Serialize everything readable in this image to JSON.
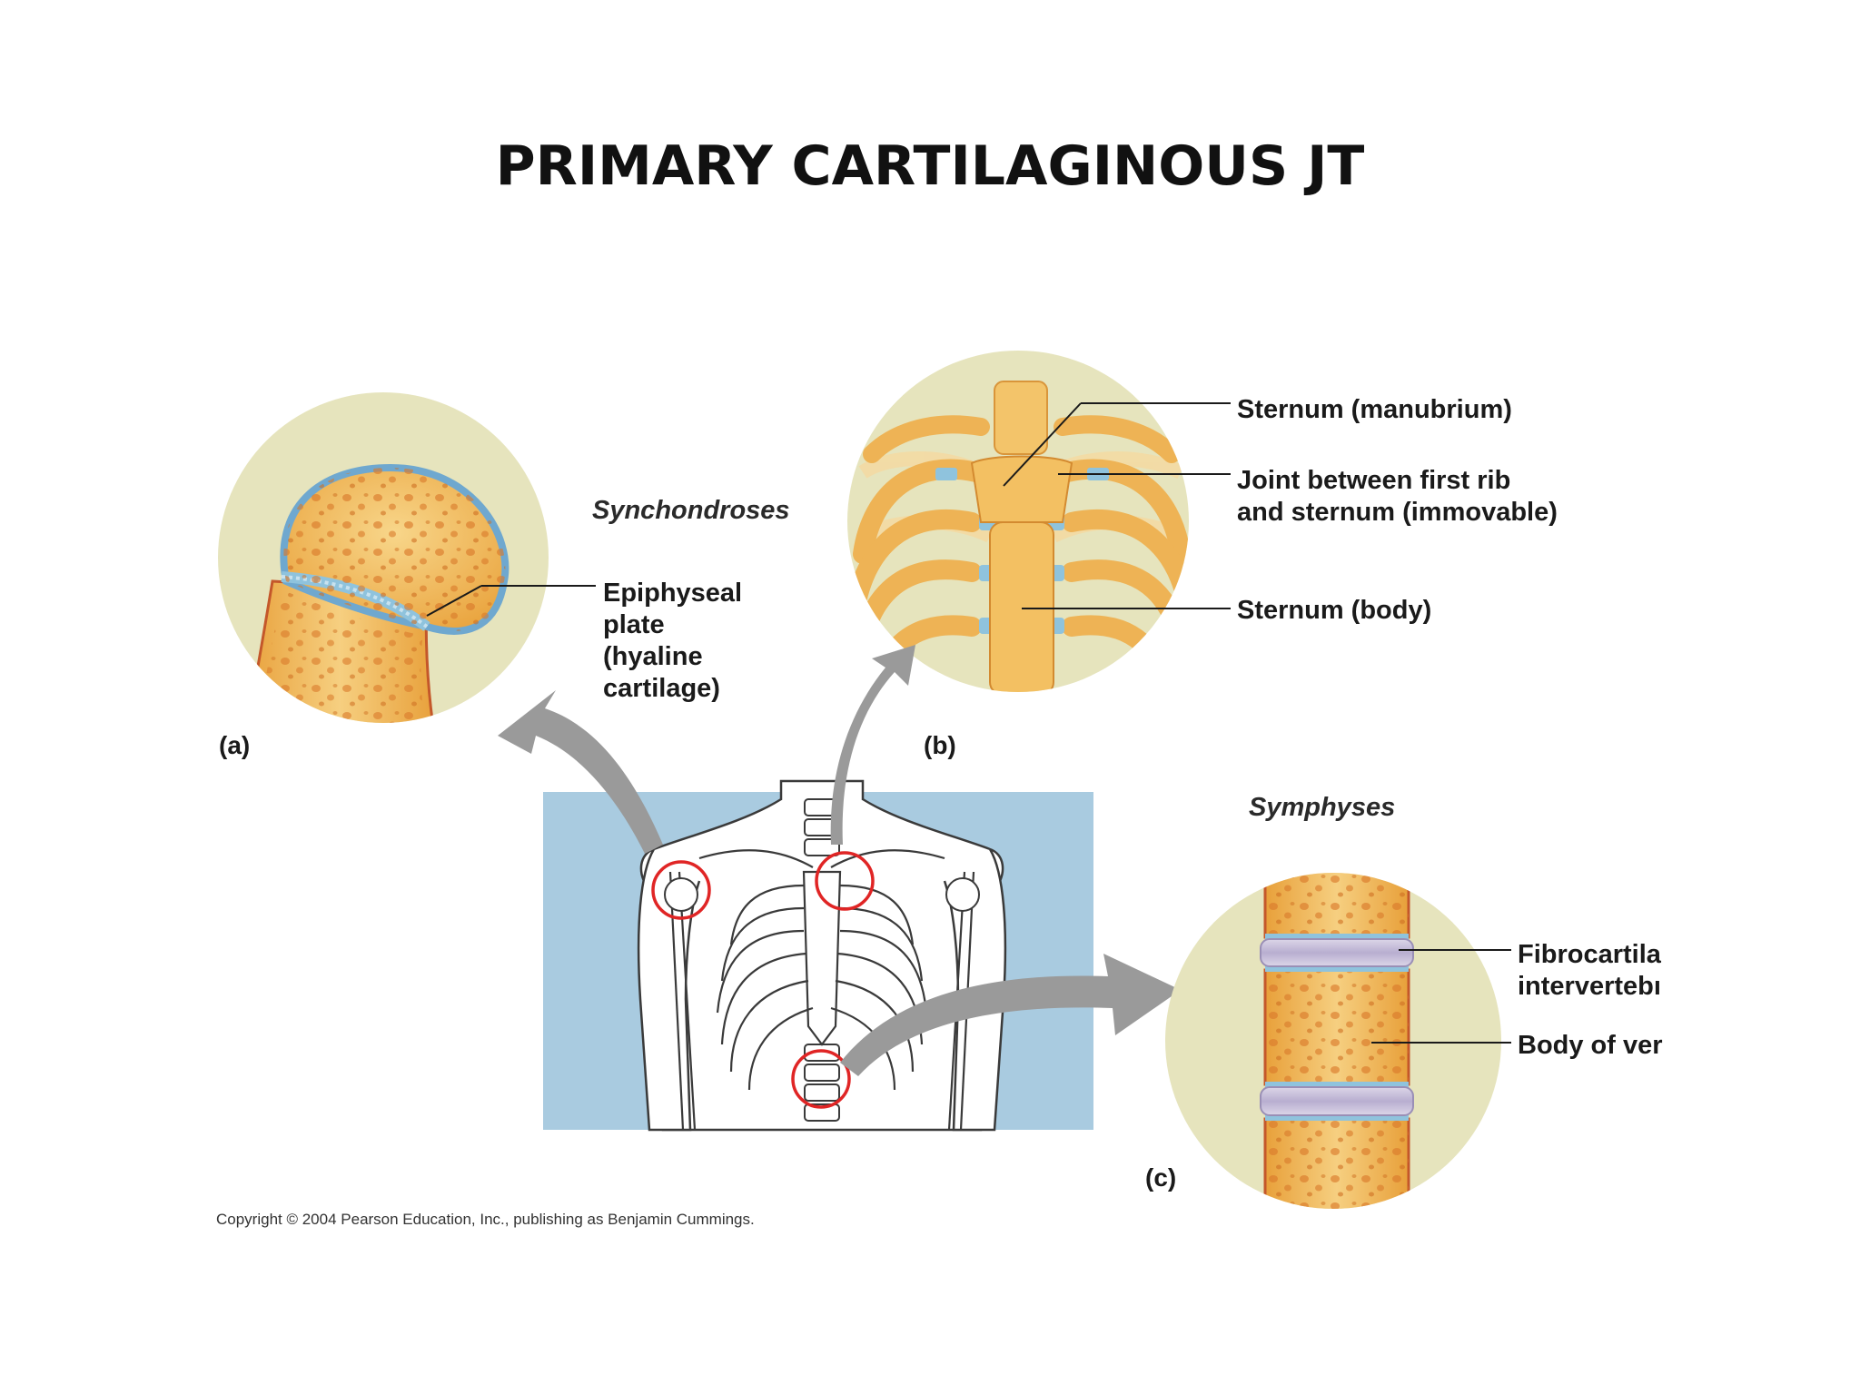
{
  "slide": {
    "title": "PRIMARY CARTILAGINOUS JT"
  },
  "panels": {
    "a": {
      "letter": "(a)"
    },
    "b": {
      "letter": "(b)"
    },
    "c": {
      "letter": "(c)"
    }
  },
  "sections": {
    "synchondroses": "Synchondroses",
    "symphyses": "Symphyses"
  },
  "labels": {
    "epiphyseal": [
      "Epiphyseal",
      "plate",
      "(hyaline",
      "cartilage)"
    ],
    "manubrium": "Sternum (manubrium)",
    "first_rib_joint": [
      "Joint between first rib",
      "and sternum (immovable)"
    ],
    "sternum_body": "Sternum (body)",
    "fibrocartilage": [
      "Fibrocartila",
      "intervertebı"
    ],
    "vertebra_body": "Body of ver"
  },
  "copyright": "Copyright © 2004 Pearson Education, Inc., publishing as Benjamin Cummings.",
  "colors": {
    "circle_bg": "#e6e4bd",
    "bone": "#f1b64c",
    "bone_light": "#f8d68a",
    "cartilage_blue": "#8fc3dd",
    "disc_purple": "#c9c1da",
    "body_bg": "#a9cbe0",
    "arrow": "#9a9a9a",
    "highlight_red": "#e02525"
  }
}
